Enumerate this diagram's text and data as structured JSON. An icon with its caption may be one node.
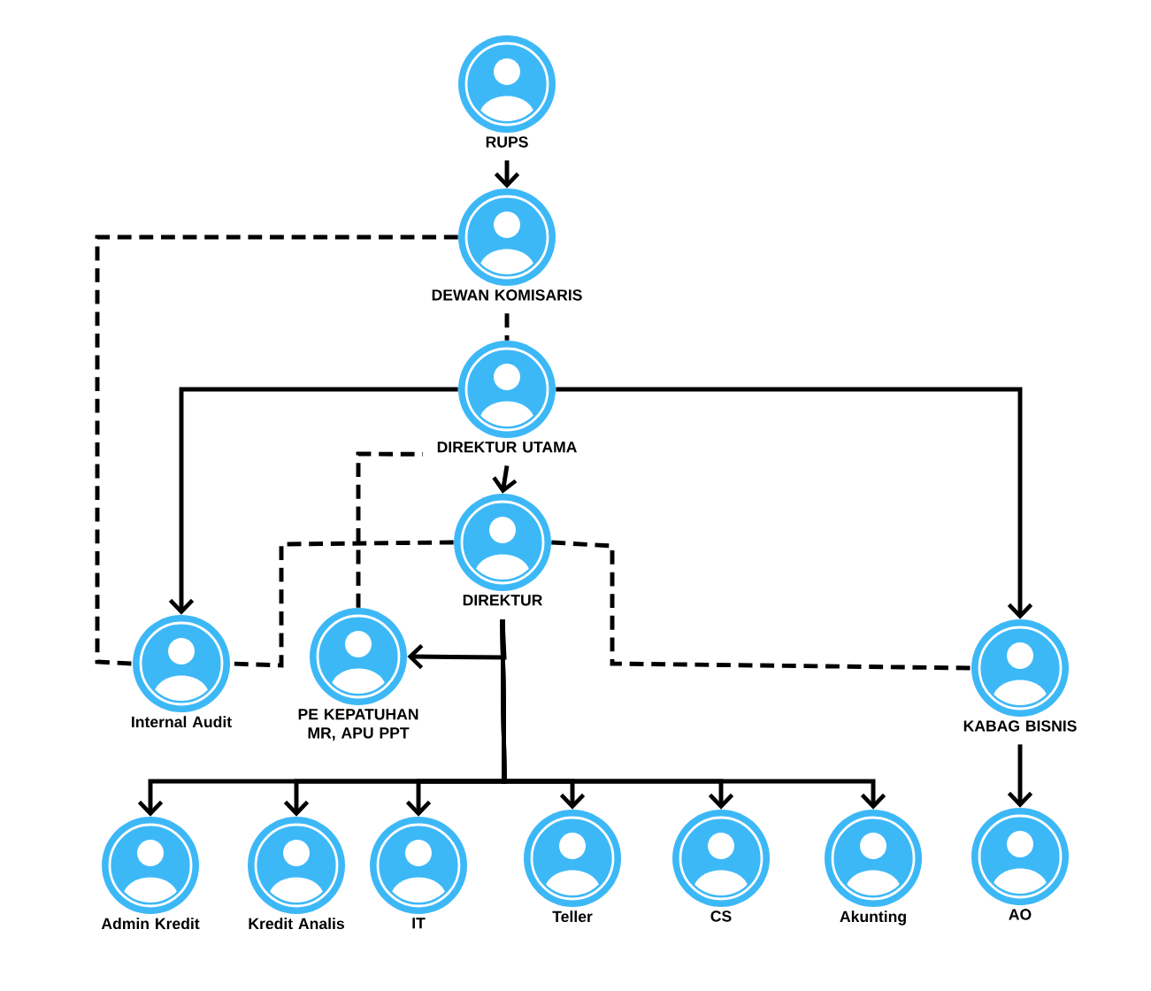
{
  "diagram": {
    "nodes": [
      {
        "text": [
          "RUPS"
        ]
      },
      {
        "text": [
          "DEWAN KOMISARIS"
        ]
      },
      {
        "text": [
          "DIREKTUR UTAMA"
        ]
      },
      {
        "text": [
          "DIREKTUR"
        ]
      },
      {
        "text": [
          "Internal Audit"
        ]
      },
      {
        "text": [
          "PE KEPATUHAN MR, APU PPT"
        ]
      },
      {
        "text": [
          "KABAG BISNIS"
        ]
      },
      {
        "text": [
          "Admin Kredit"
        ]
      },
      {
        "text": [
          "Kredit Analis"
        ]
      },
      {
        "text": [
          "IT"
        ]
      },
      {
        "text": [
          "Teller"
        ]
      },
      {
        "text": [
          "CS"
        ]
      },
      {
        "text": [
          "Akunting"
        ]
      },
      {
        "text": [
          "AO"
        ]
      }
    ],
    "edges": [
      {
        "from": 0,
        "to": 1,
        "arrow": "to"
      },
      {
        "from": 1,
        "to": 2,
        "arrow": "none",
        "style": "dashed"
      },
      {
        "from": 1,
        "to": 4,
        "arrow": "none",
        "style": "dashed"
      },
      {
        "from": 2,
        "to": 4,
        "arrow": "to"
      },
      {
        "from": 2,
        "to": 6,
        "arrow": "to"
      },
      {
        "from": 2,
        "to": 3,
        "arrow": "to"
      },
      {
        "from": 5,
        "to": 2,
        "arrow": "none",
        "style": "dashed"
      },
      {
        "from": 3,
        "to": 4,
        "arrow": "none",
        "style": "dashed"
      },
      {
        "from": 3,
        "to": 6,
        "arrow": "none",
        "style": "dashed"
      },
      {
        "from": 3,
        "to": 5,
        "arrow": "to"
      },
      {
        "from": 3,
        "to": 7,
        "arrow": "to"
      },
      {
        "from": 3,
        "to": 8,
        "arrow": "to"
      },
      {
        "from": 3,
        "to": 9,
        "arrow": "to"
      },
      {
        "from": 3,
        "to": 10,
        "arrow": "to"
      },
      {
        "from": 3,
        "to": 11,
        "arrow": "to"
      },
      {
        "from": 3,
        "to": 12,
        "arrow": "to"
      },
      {
        "from": 6,
        "to": 13,
        "arrow": "to"
      }
    ]
  }
}
